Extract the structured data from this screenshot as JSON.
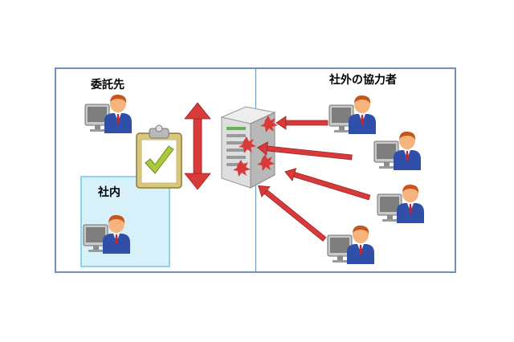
{
  "diagram": {
    "labels": {
      "contractor": "委託先",
      "internal": "社内",
      "external_partners": "社外の協力者"
    },
    "icons": {
      "person_computer": "person-at-computer-icon",
      "server": "server-icon",
      "clipboard": "clipboard-check-icon",
      "double_arrow": "double-arrow-icon",
      "attack_arrow": "attack-arrow-icon"
    },
    "colors": {
      "frame_border": "#6f8fbd",
      "inner_box_fill": "#d7f1fb",
      "arrow_red": "#d83a3a",
      "check_green": "#a8c93a"
    }
  }
}
